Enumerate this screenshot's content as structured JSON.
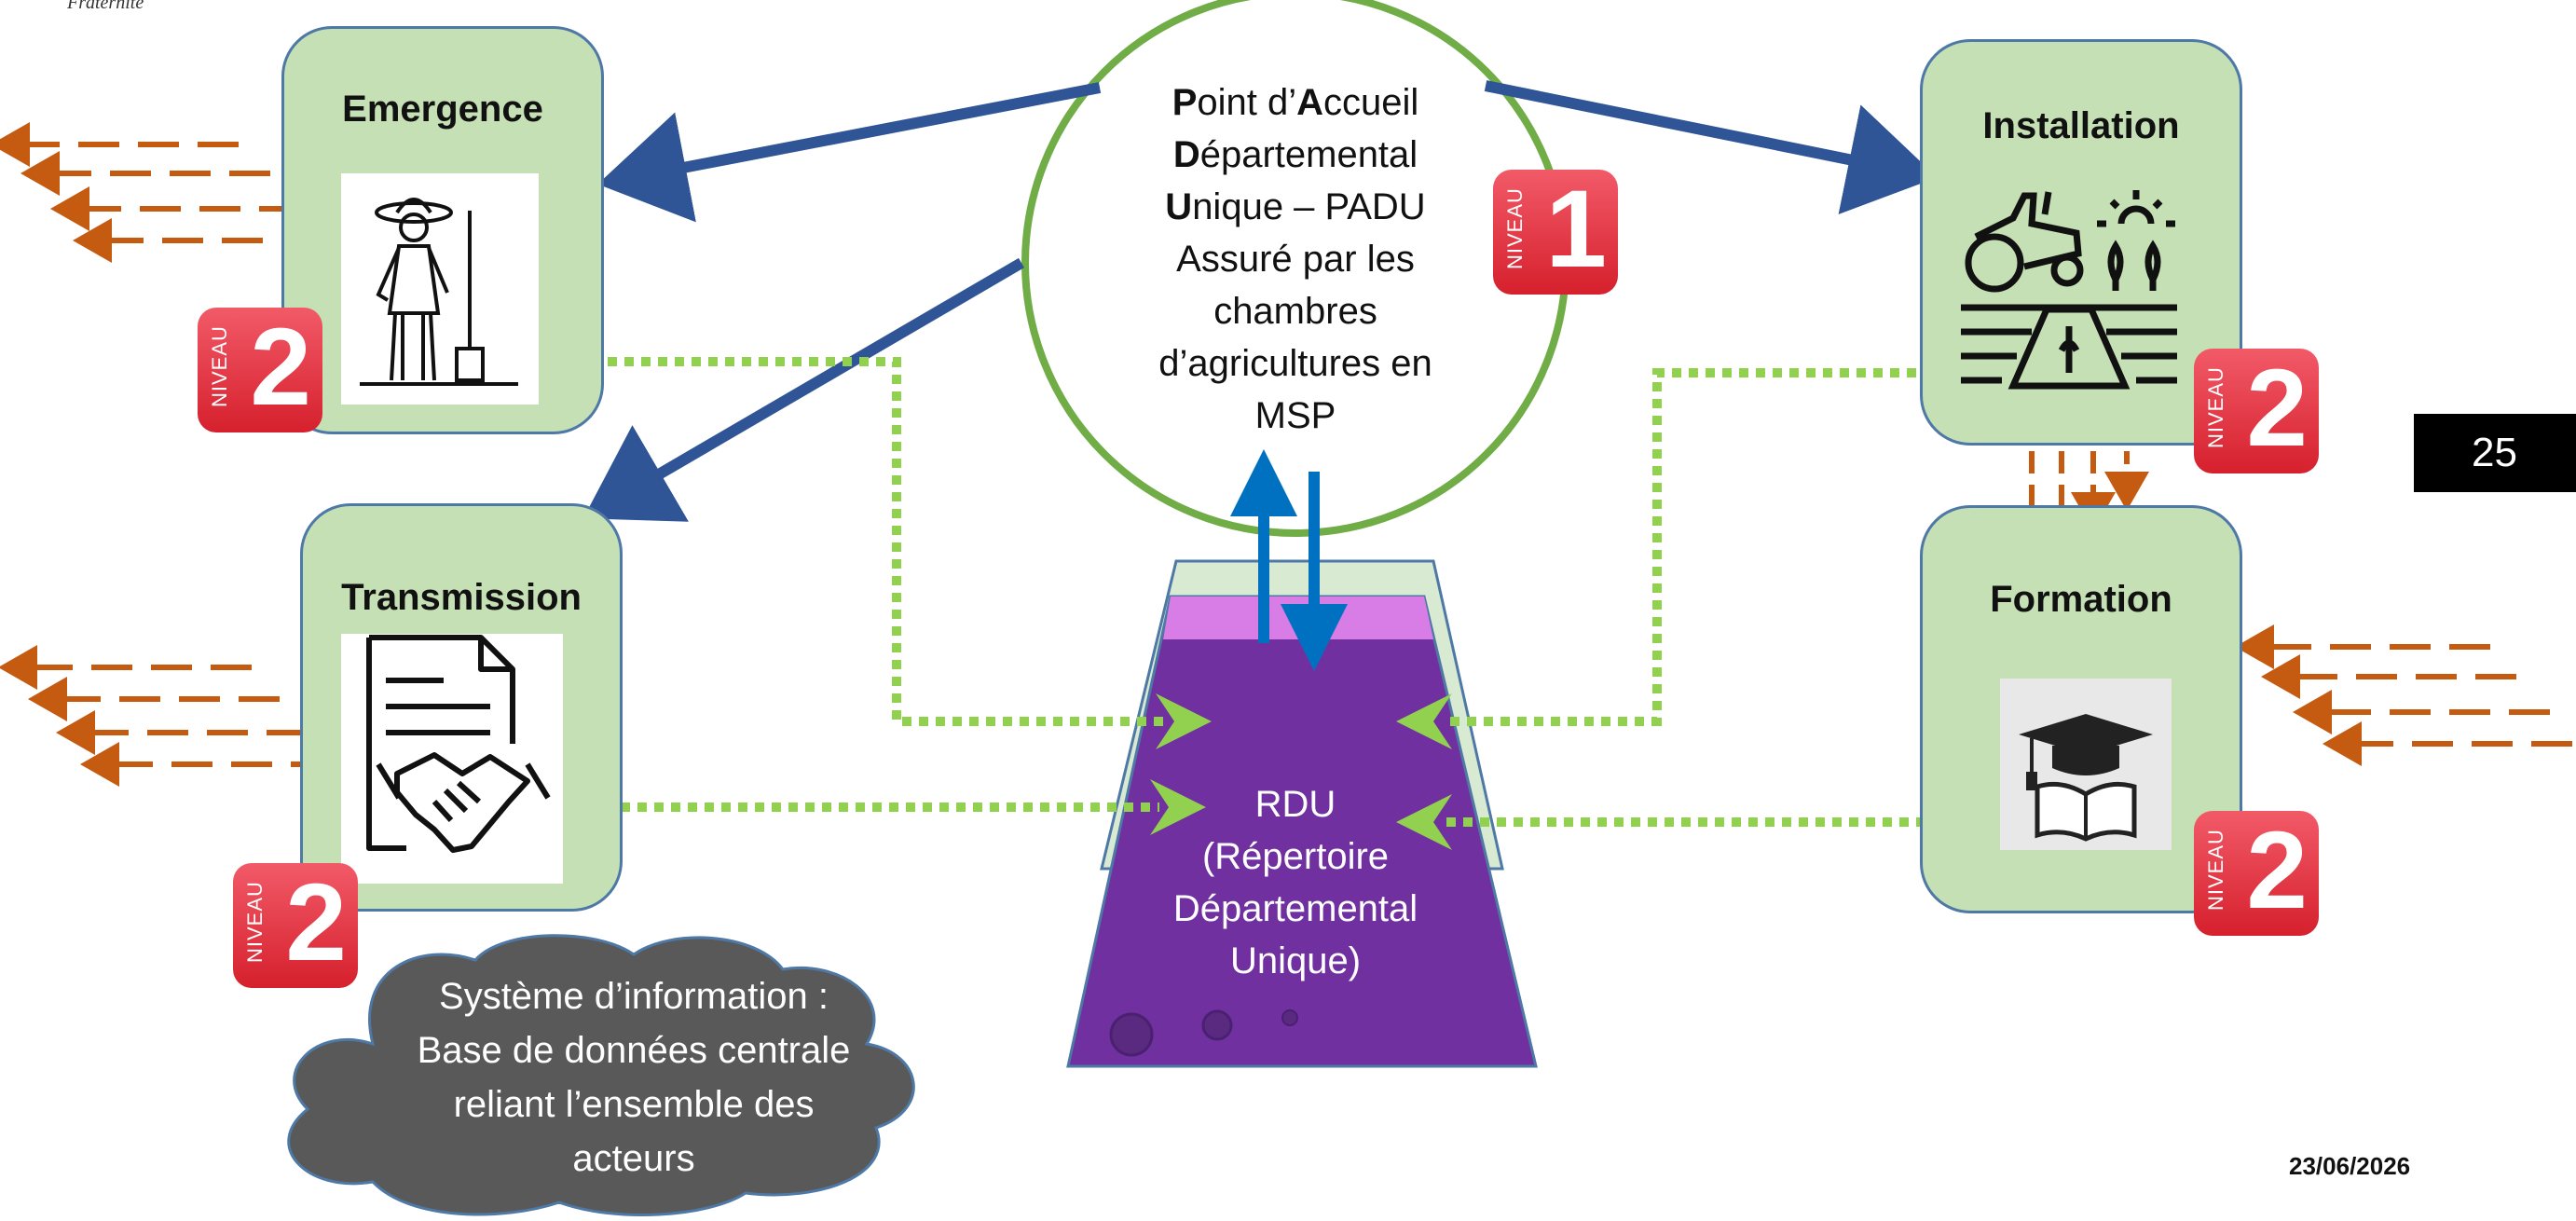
{
  "header": {
    "partial_word": "Fraternité"
  },
  "center": {
    "lines": [
      {
        "initial": "P",
        "rest": "oint d’",
        "initial2": "A",
        "rest2": "ccueil"
      },
      {
        "initial": "D",
        "rest": "épartemental",
        "initial2": "",
        "rest2": ""
      },
      {
        "initial": "U",
        "rest": "nique – PADU",
        "initial2": "",
        "rest2": ""
      },
      {
        "initial": "",
        "rest": "Assuré par les",
        "initial2": "",
        "rest2": ""
      },
      {
        "initial": "",
        "rest": "chambres",
        "initial2": "",
        "rest2": ""
      },
      {
        "initial": "",
        "rest": "d’agricultures en",
        "initial2": "",
        "rest2": ""
      },
      {
        "initial": "",
        "rest": "MSP",
        "initial2": "",
        "rest2": ""
      }
    ]
  },
  "boxes": {
    "emergence": "Emergence",
    "transmission": "Transmission",
    "installation": "Installation",
    "formation": "Formation"
  },
  "badges": {
    "level_word": "NIVEAU",
    "level_1": "1",
    "level_2": "2"
  },
  "rdu": [
    "RDU",
    "(Répertoire",
    "Départemental",
    "Unique)"
  ],
  "cloud": [
    "Système d’information :",
    "Base de données centrale",
    "reliant l’ensemble des",
    "acteurs"
  ],
  "footer": {
    "page_number": "25",
    "date": "23/06/2026"
  },
  "colors": {
    "box_fill": "#c5e0b4",
    "box_border": "#4e78a6",
    "blue_arrow": "#2f5597",
    "green_dotted": "#92d050",
    "orange_dashed": "#c55a11",
    "rdu_purple": "#7030a0",
    "rdu_top": "#d87ce6",
    "badge_red": "#e0303c",
    "cloud_gray": "#595959"
  },
  "icons": {
    "emergence": "farmer-icon",
    "transmission": "document-handshake-icon",
    "installation": "tractor-field-icon",
    "formation": "graduation-book-icon"
  }
}
